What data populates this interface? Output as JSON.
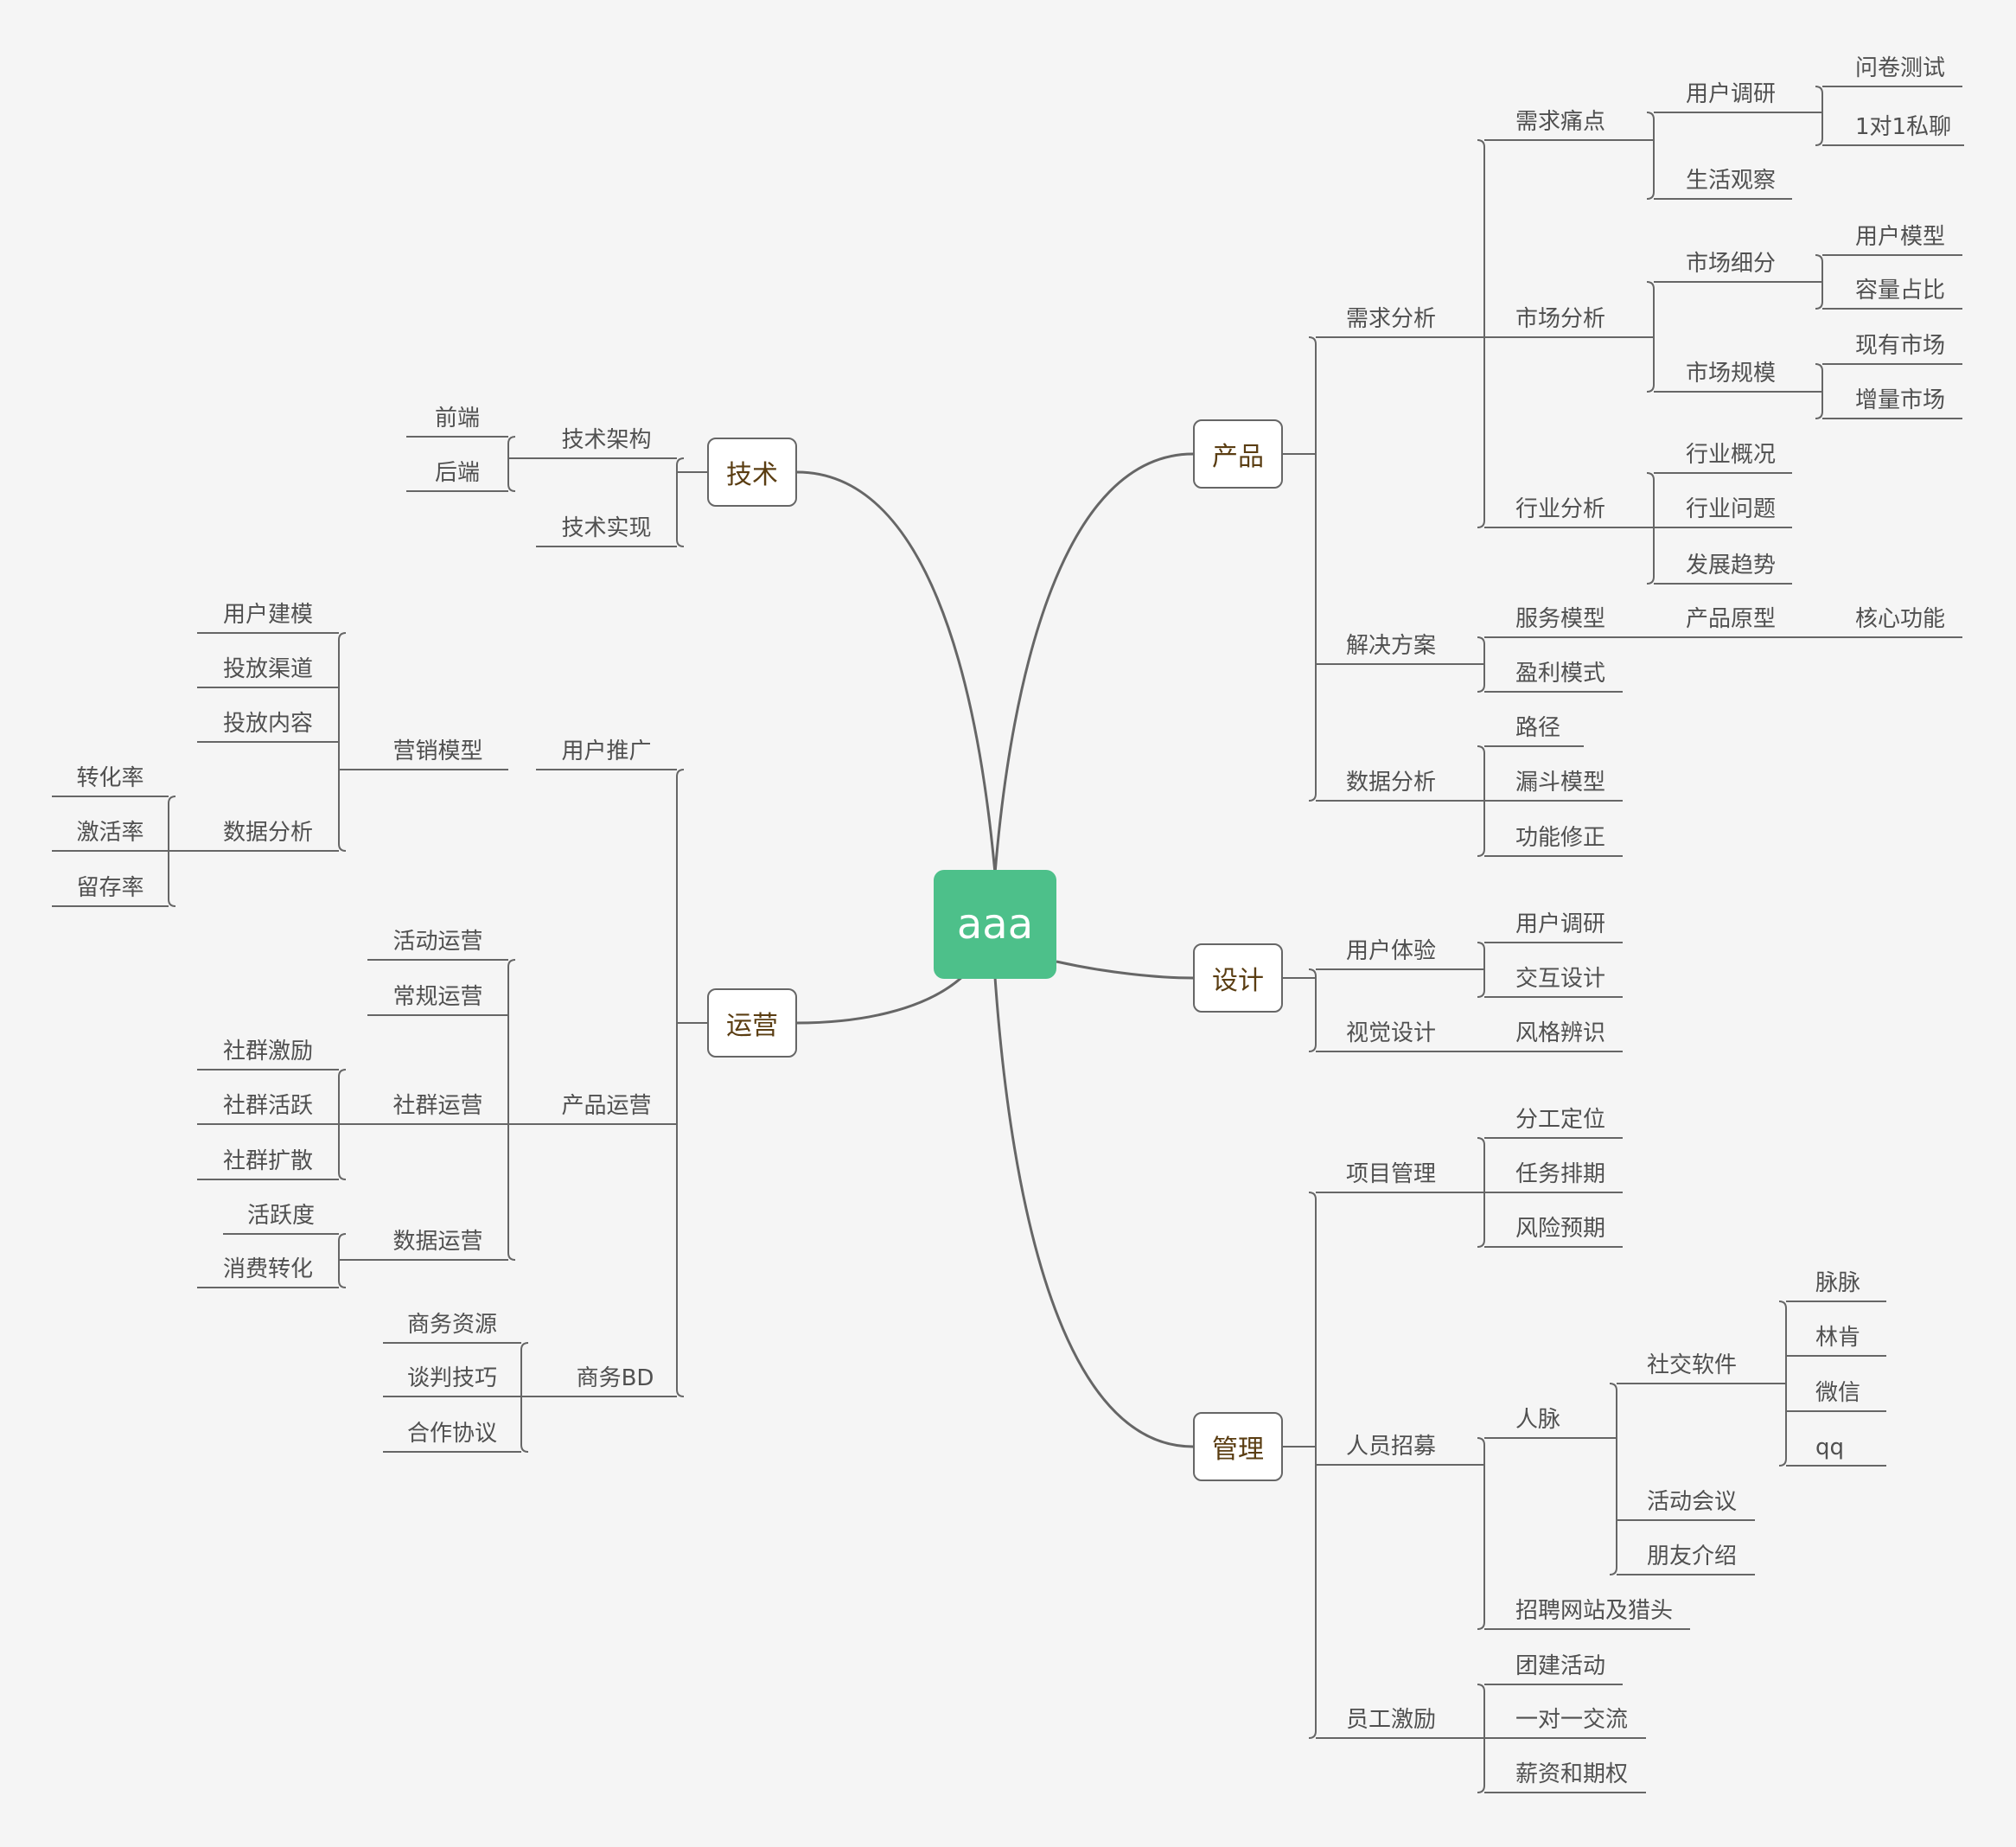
{
  "colors": {
    "root": "#4dc08a",
    "line": "#666666",
    "background": "#f5f5f5",
    "text": "#505050",
    "branch_text": "#5a3d12"
  },
  "root": "aaa",
  "branches": [
    {
      "label": "技术",
      "side": "left",
      "children": [
        {
          "label": "技术架构",
          "children": [
            {
              "label": "前端"
            },
            {
              "label": "后端"
            }
          ]
        },
        {
          "label": "技术实现"
        }
      ]
    },
    {
      "label": "运营",
      "side": "left",
      "children": [
        {
          "label": "用户推广",
          "children": [
            {
              "label": "营销模型",
              "children": [
                {
                  "label": "用户建模"
                },
                {
                  "label": "投放渠道"
                },
                {
                  "label": "投放内容"
                },
                {
                  "label": "数据分析",
                  "children": [
                    {
                      "label": "转化率"
                    },
                    {
                      "label": "激活率"
                    },
                    {
                      "label": "留存率"
                    }
                  ]
                }
              ]
            }
          ]
        },
        {
          "label": "产品运营",
          "children": [
            {
              "label": "活动运营"
            },
            {
              "label": "常规运营"
            },
            {
              "label": "社群运营",
              "children": [
                {
                  "label": "社群激励"
                },
                {
                  "label": "社群活跃"
                },
                {
                  "label": "社群扩散"
                }
              ]
            },
            {
              "label": "数据运营",
              "children": [
                {
                  "label": "活跃度"
                },
                {
                  "label": "消费转化"
                }
              ]
            }
          ]
        },
        {
          "label": "商务BD",
          "children": [
            {
              "label": "商务资源"
            },
            {
              "label": "谈判技巧"
            },
            {
              "label": "合作协议"
            }
          ]
        }
      ]
    },
    {
      "label": "产品",
      "side": "right",
      "children": [
        {
          "label": "需求分析",
          "children": [
            {
              "label": "需求痛点",
              "children": [
                {
                  "label": "用户调研",
                  "children": [
                    {
                      "label": "问卷测试"
                    },
                    {
                      "label": "1对1私聊"
                    }
                  ]
                },
                {
                  "label": "生活观察"
                }
              ]
            },
            {
              "label": "市场分析",
              "children": [
                {
                  "label": "市场细分",
                  "children": [
                    {
                      "label": "用户模型"
                    },
                    {
                      "label": "容量占比"
                    }
                  ]
                },
                {
                  "label": "市场规模",
                  "children": [
                    {
                      "label": "现有市场"
                    },
                    {
                      "label": "增量市场"
                    }
                  ]
                }
              ]
            },
            {
              "label": "行业分析",
              "children": [
                {
                  "label": "行业概况"
                },
                {
                  "label": "行业问题"
                },
                {
                  "label": "发展趋势"
                }
              ]
            }
          ]
        },
        {
          "label": "解决方案",
          "children": [
            {
              "label": "服务模型",
              "children": [
                {
                  "label": "产品原型",
                  "children": [
                    {
                      "label": "核心功能"
                    }
                  ]
                }
              ]
            },
            {
              "label": "盈利模式"
            }
          ]
        },
        {
          "label": "数据分析",
          "children": [
            {
              "label": "路径"
            },
            {
              "label": "漏斗模型"
            },
            {
              "label": "功能修正"
            }
          ]
        }
      ]
    },
    {
      "label": "设计",
      "side": "right",
      "children": [
        {
          "label": "用户体验",
          "children": [
            {
              "label": "用户调研"
            },
            {
              "label": "交互设计"
            }
          ]
        },
        {
          "label": "视觉设计",
          "children": [
            {
              "label": "风格辨识"
            }
          ]
        }
      ]
    },
    {
      "label": "管理",
      "side": "right",
      "children": [
        {
          "label": "项目管理",
          "children": [
            {
              "label": "分工定位"
            },
            {
              "label": "任务排期"
            },
            {
              "label": "风险预期"
            }
          ]
        },
        {
          "label": "人员招募",
          "children": [
            {
              "label": "人脉",
              "children": [
                {
                  "label": "社交软件",
                  "children": [
                    {
                      "label": "脉脉"
                    },
                    {
                      "label": "林肯"
                    },
                    {
                      "label": "微信"
                    },
                    {
                      "label": "qq"
                    }
                  ]
                },
                {
                  "label": "活动会议"
                },
                {
                  "label": "朋友介绍"
                }
              ]
            },
            {
              "label": "招聘网站及猎头"
            }
          ]
        },
        {
          "label": "员工激励",
          "children": [
            {
              "label": "团建活动"
            },
            {
              "label": "一对一交流"
            },
            {
              "label": "薪资和期权"
            }
          ]
        }
      ]
    }
  ]
}
